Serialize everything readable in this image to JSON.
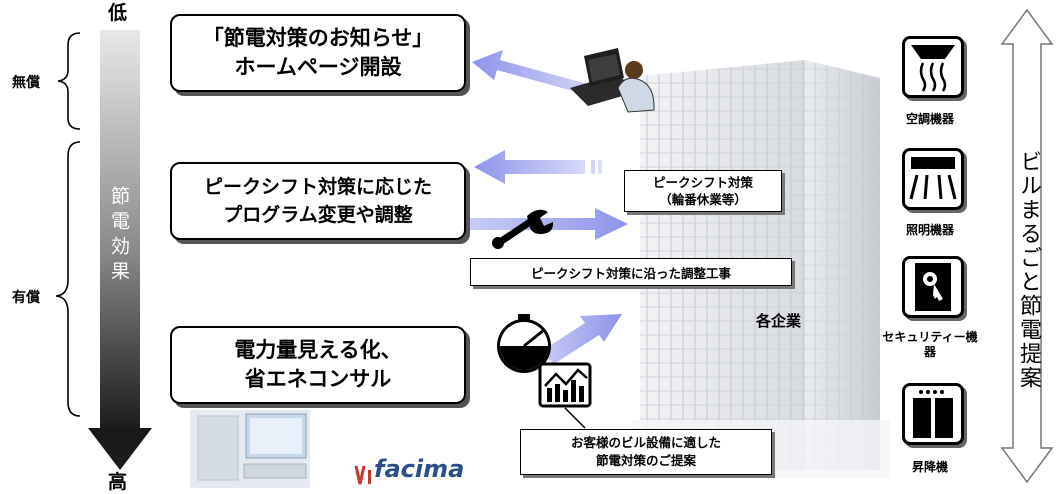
{
  "effect_axis": {
    "top_label": "低",
    "bottom_label": "高",
    "middle_label": "節電効果"
  },
  "tiers": {
    "free": "無償",
    "paid": "有償"
  },
  "services": [
    {
      "lines": [
        "「節電対策のお知らせ」",
        "ホームページ開設"
      ]
    },
    {
      "lines": [
        "ピークシフト対策に応じた",
        "プログラム変更や調整"
      ]
    },
    {
      "lines": [
        "電力量見える化、",
        "省エネコンサル"
      ]
    }
  ],
  "notes": {
    "peak_shift": [
      "ピークシフト対策",
      "（輪番休業等）"
    ],
    "adjust_work": "ピークシフト対策に沿った調整工事",
    "proposal": [
      "お客様のビル設備に適した",
      "節電対策のご提案"
    ]
  },
  "building_label": "各企業",
  "logo_text": "facima",
  "equipment": [
    {
      "label": "空調機器",
      "icon": "air-conditioner-icon"
    },
    {
      "label": "照明機器",
      "icon": "lighting-icon"
    },
    {
      "label": "セキュリティー機器",
      "icon": "security-key-icon"
    },
    {
      "label": "昇降機",
      "icon": "elevator-icon"
    }
  ],
  "whole_building": "ビルまるごと節電提案",
  "colors": {
    "arrow_light": "#c9cdf5",
    "arrow_dark": "#8e93ea",
    "effect_top": "#e6e6e6",
    "effect_bottom": "#1a1a1a"
  }
}
